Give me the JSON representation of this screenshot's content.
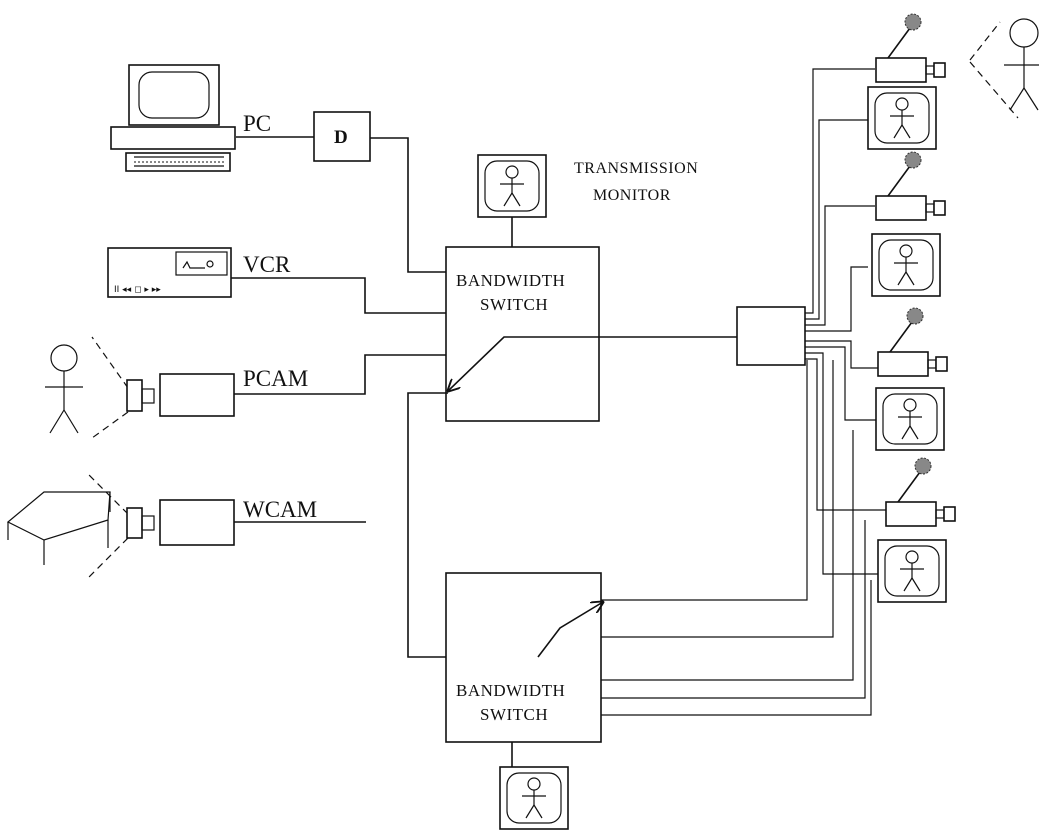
{
  "labels": {
    "pc": "PC",
    "decoder": "D",
    "vcr": "VCR",
    "pcam": "PCAM",
    "wcam": "WCAM",
    "transmission_monitor_line1": "TRANSMISSION",
    "transmission_monitor_line2": "MONITOR",
    "switch1_line1": "BANDWIDTH",
    "switch1_line2": "SWITCH",
    "switch2_line1": "BANDWIDTH",
    "switch2_line2": "SWITCH"
  },
  "icons": [
    "computer-icon",
    "decoder-box",
    "vcr-icon",
    "person-icon",
    "camera-icon",
    "table-icon",
    "monitor-icon",
    "microphone-icon",
    "hub-box",
    "bandwidth-switch"
  ]
}
